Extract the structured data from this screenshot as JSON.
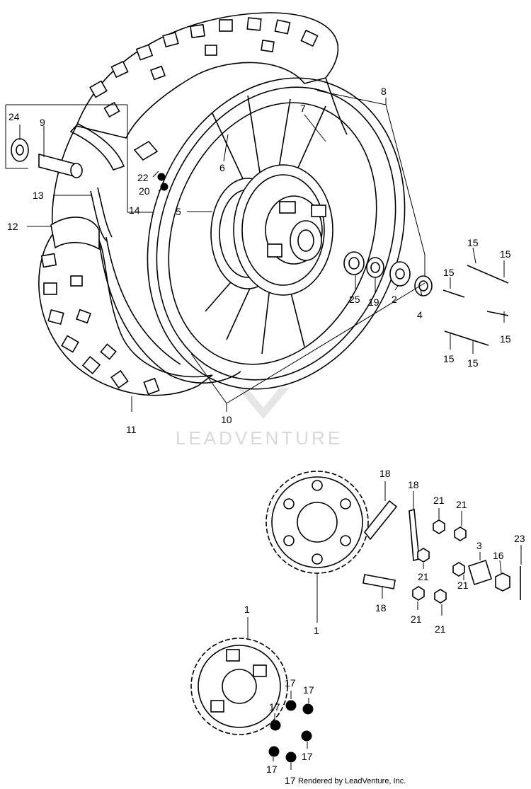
{
  "watermark": "LEADVENTURE",
  "footer": "Rendered by LeadVenture, Inc.",
  "callouts": {
    "c24": "24",
    "c9": "9",
    "c13": "13",
    "c12": "12",
    "c14": "14",
    "c22": "22",
    "c20": "20",
    "c6": "6",
    "c7": "7",
    "c8": "8",
    "c5": "5",
    "c25": "25",
    "c19": "19",
    "c2": "2",
    "c4": "4",
    "c15a": "15",
    "c15b": "15",
    "c15c": "15",
    "c15d": "15",
    "c15e": "15",
    "c15f": "15",
    "c10": "10",
    "c11": "11",
    "c18a": "18",
    "c18b": "18",
    "c18c": "18",
    "c21a": "21",
    "c21b": "21",
    "c21c": "21",
    "c21d": "21",
    "c21e": "21",
    "c21f": "21",
    "c3": "3",
    "c16": "16",
    "c23": "23",
    "c1a": "1",
    "c1b": "1",
    "c17a": "17",
    "c17b": "17",
    "c17c": "17",
    "c17d": "17",
    "c17e": "17",
    "c17f": "17"
  }
}
